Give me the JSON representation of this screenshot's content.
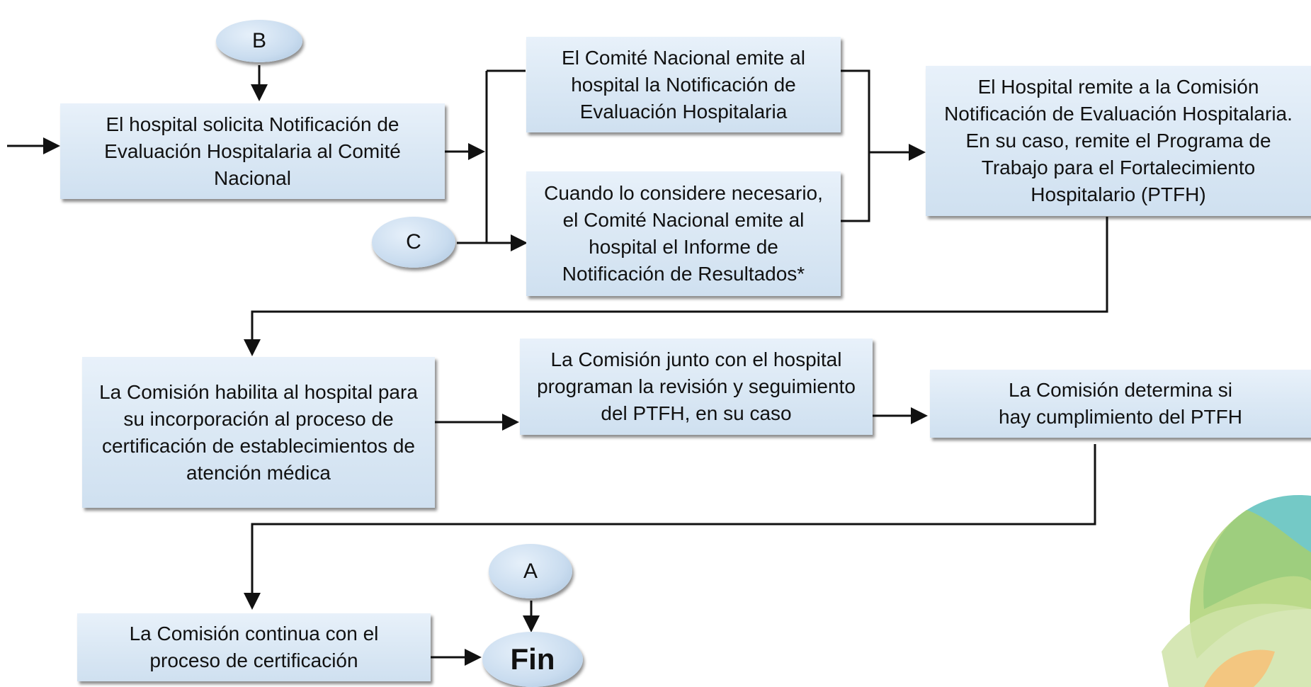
{
  "connectors": {
    "b": "B",
    "c": "C",
    "a": "A",
    "fin": "Fin"
  },
  "steps": [
    "El hospital solicita Notificación de Evaluación Hospitalaria al Comité Nacional",
    "El Comité Nacional emite al hospital la Notificación de Evaluación Hospitalaria",
    "Cuando lo considere necesario, el Comité Nacional emite al hospital el Informe de Notificación de Resultados*",
    "El Hospital remite a la Comisión Notificación de Evaluación Hospitalaria. En su caso, remite el Programa de Trabajo para el Fortalecimiento Hospitalario (PTFH)",
    "La Comisión habilita al hospital para su incorporación al proceso de certificación de establecimientos de atención médica",
    "La Comisión junto con el hospital programan la revisión y seguimiento del PTFH, en su caso",
    "La Comisión determina si hay cumplimiento del PTFH",
    "La Comisión continua con el proceso de certificación"
  ],
  "colors": {
    "box_fill": "#dce9f5",
    "line": "#111111",
    "decor_teal": "#5cbfbc",
    "decor_green": "#a9cf6b",
    "decor_lightgreen": "#cfe3a8",
    "decor_orange": "#f6c27a"
  }
}
